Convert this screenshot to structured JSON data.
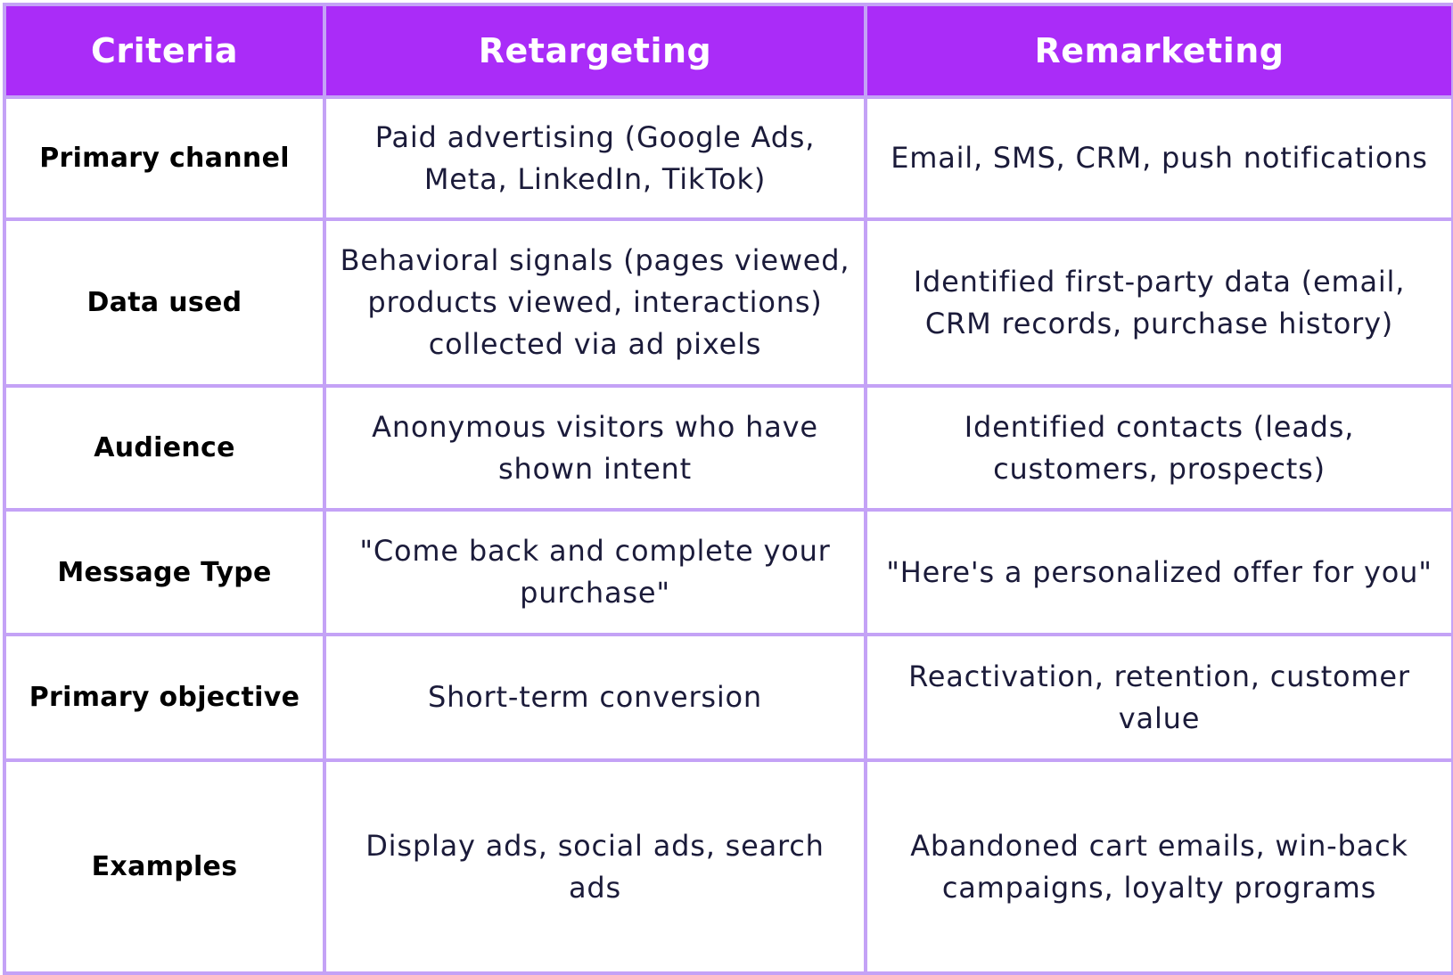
{
  "table": {
    "headers": [
      "Criteria",
      "Retargeting",
      "Remarketing"
    ],
    "rows": [
      {
        "criteria": "Primary channel",
        "retargeting": "Paid advertising (Google Ads, Meta, LinkedIn, TikTok)",
        "remarketing": "Email, SMS, CRM, push notifications"
      },
      {
        "criteria": "Data used",
        "retargeting": "Behavioral signals (pages viewed, products viewed, interactions) collected via ad pixels",
        "remarketing": "Identified first-party data (email, CRM records, purchase history)"
      },
      {
        "criteria": "Audience",
        "retargeting": "Anonymous visitors who have shown intent",
        "remarketing": "Identified contacts (leads, customers, prospects)"
      },
      {
        "criteria": "Message Type",
        "retargeting": "\"Come back and complete your purchase\"",
        "remarketing": "\"Here's a personalized offer for you\""
      },
      {
        "criteria": "Primary objective",
        "retargeting": "Short-term conversion",
        "remarketing": "Reactivation, retention, customer value"
      },
      {
        "criteria": "Examples",
        "retargeting": "Display ads, social ads, search ads",
        "remarketing": "Abandoned cart emails, win-back campaigns, loyalty programs"
      }
    ]
  },
  "colors": {
    "header_background": "#aa2cf8",
    "header_text": "#ffffff",
    "border": "#c4a2f6",
    "cell_background": "#ffffff",
    "criteria_text": "#000000",
    "body_text": "#1b1b3a"
  }
}
